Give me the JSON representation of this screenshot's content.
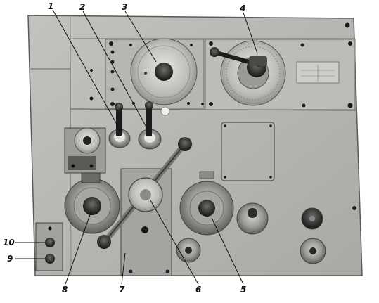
{
  "figure": {
    "callouts": [
      {
        "id": "1",
        "label": "1"
      },
      {
        "id": "2",
        "label": "2"
      },
      {
        "id": "3",
        "label": "3"
      },
      {
        "id": "4",
        "label": "4"
      },
      {
        "id": "5",
        "label": "5"
      },
      {
        "id": "6",
        "label": "6"
      },
      {
        "id": "7",
        "label": "7"
      },
      {
        "id": "8",
        "label": "8"
      },
      {
        "id": "9",
        "label": "9"
      },
      {
        "id": "10",
        "label": "10"
      }
    ],
    "colors": {
      "panel": "#b8b8b4",
      "panel_dark": "#7a7a76",
      "metal_light": "#d8d8d4",
      "metal_mid": "#a6a6a2",
      "black": "#151515",
      "ink": "#111111"
    }
  }
}
